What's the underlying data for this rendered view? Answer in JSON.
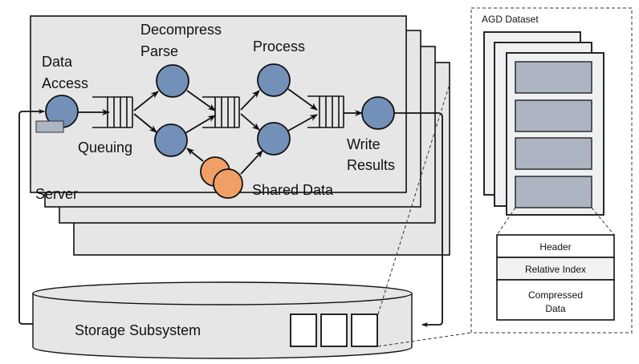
{
  "diagram": {
    "server": {
      "label": "Server",
      "stack_depth": 4
    },
    "stages": {
      "data_access": [
        "Data",
        "Access"
      ],
      "queuing": "Queuing",
      "decompress_parse": [
        "Decompress",
        "Parse"
      ],
      "process": "Process",
      "write_results": [
        "Write",
        "Results"
      ],
      "shared_data": "Shared Data"
    },
    "storage": {
      "label": "Storage Subsystem",
      "chunk_count": 3
    },
    "agd": {
      "title": "AGD Dataset",
      "column_chunks": 4,
      "format_rows": [
        "Header",
        "Relative Index",
        "Compressed",
        "Data"
      ]
    },
    "colors": {
      "compute_node": "#7390b9",
      "shared_data": "#f0a066",
      "panel": "#e6e6e6",
      "chunk": "#adb4c2"
    }
  }
}
